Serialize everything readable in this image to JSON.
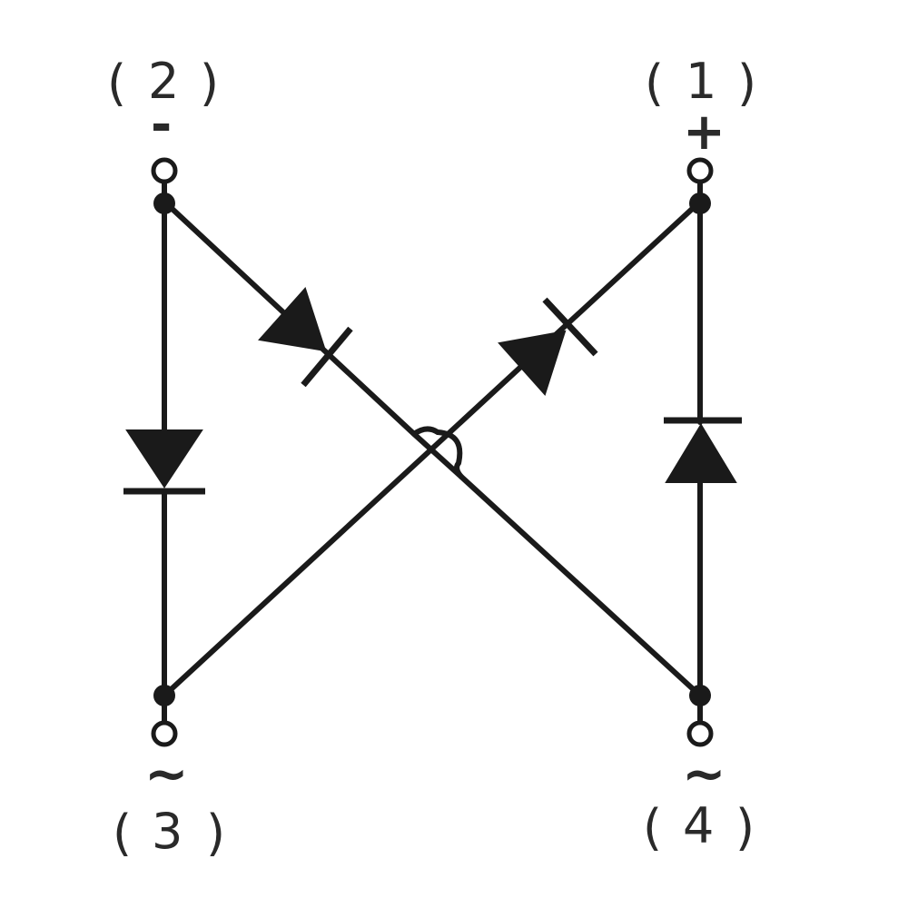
{
  "terminals": {
    "t1": {
      "label": "1",
      "open": "(",
      "close": ")",
      "sign": "+"
    },
    "t2": {
      "label": "2",
      "open": "(",
      "close": ")",
      "sign": "-"
    },
    "t3": {
      "label": "3",
      "open": "(",
      "close": ")",
      "sign": "~"
    },
    "t4": {
      "label": "4",
      "open": "(",
      "close": ")",
      "sign": "~"
    }
  },
  "colors": {
    "ink": "#1a1a1a",
    "label": "#2a2a2a",
    "background": "#ffffff"
  },
  "icons": {
    "diode": "diode-icon",
    "terminal": "open-circle-terminal-icon",
    "junction": "junction-dot-icon",
    "crossover": "wire-crossover-hop-icon"
  }
}
